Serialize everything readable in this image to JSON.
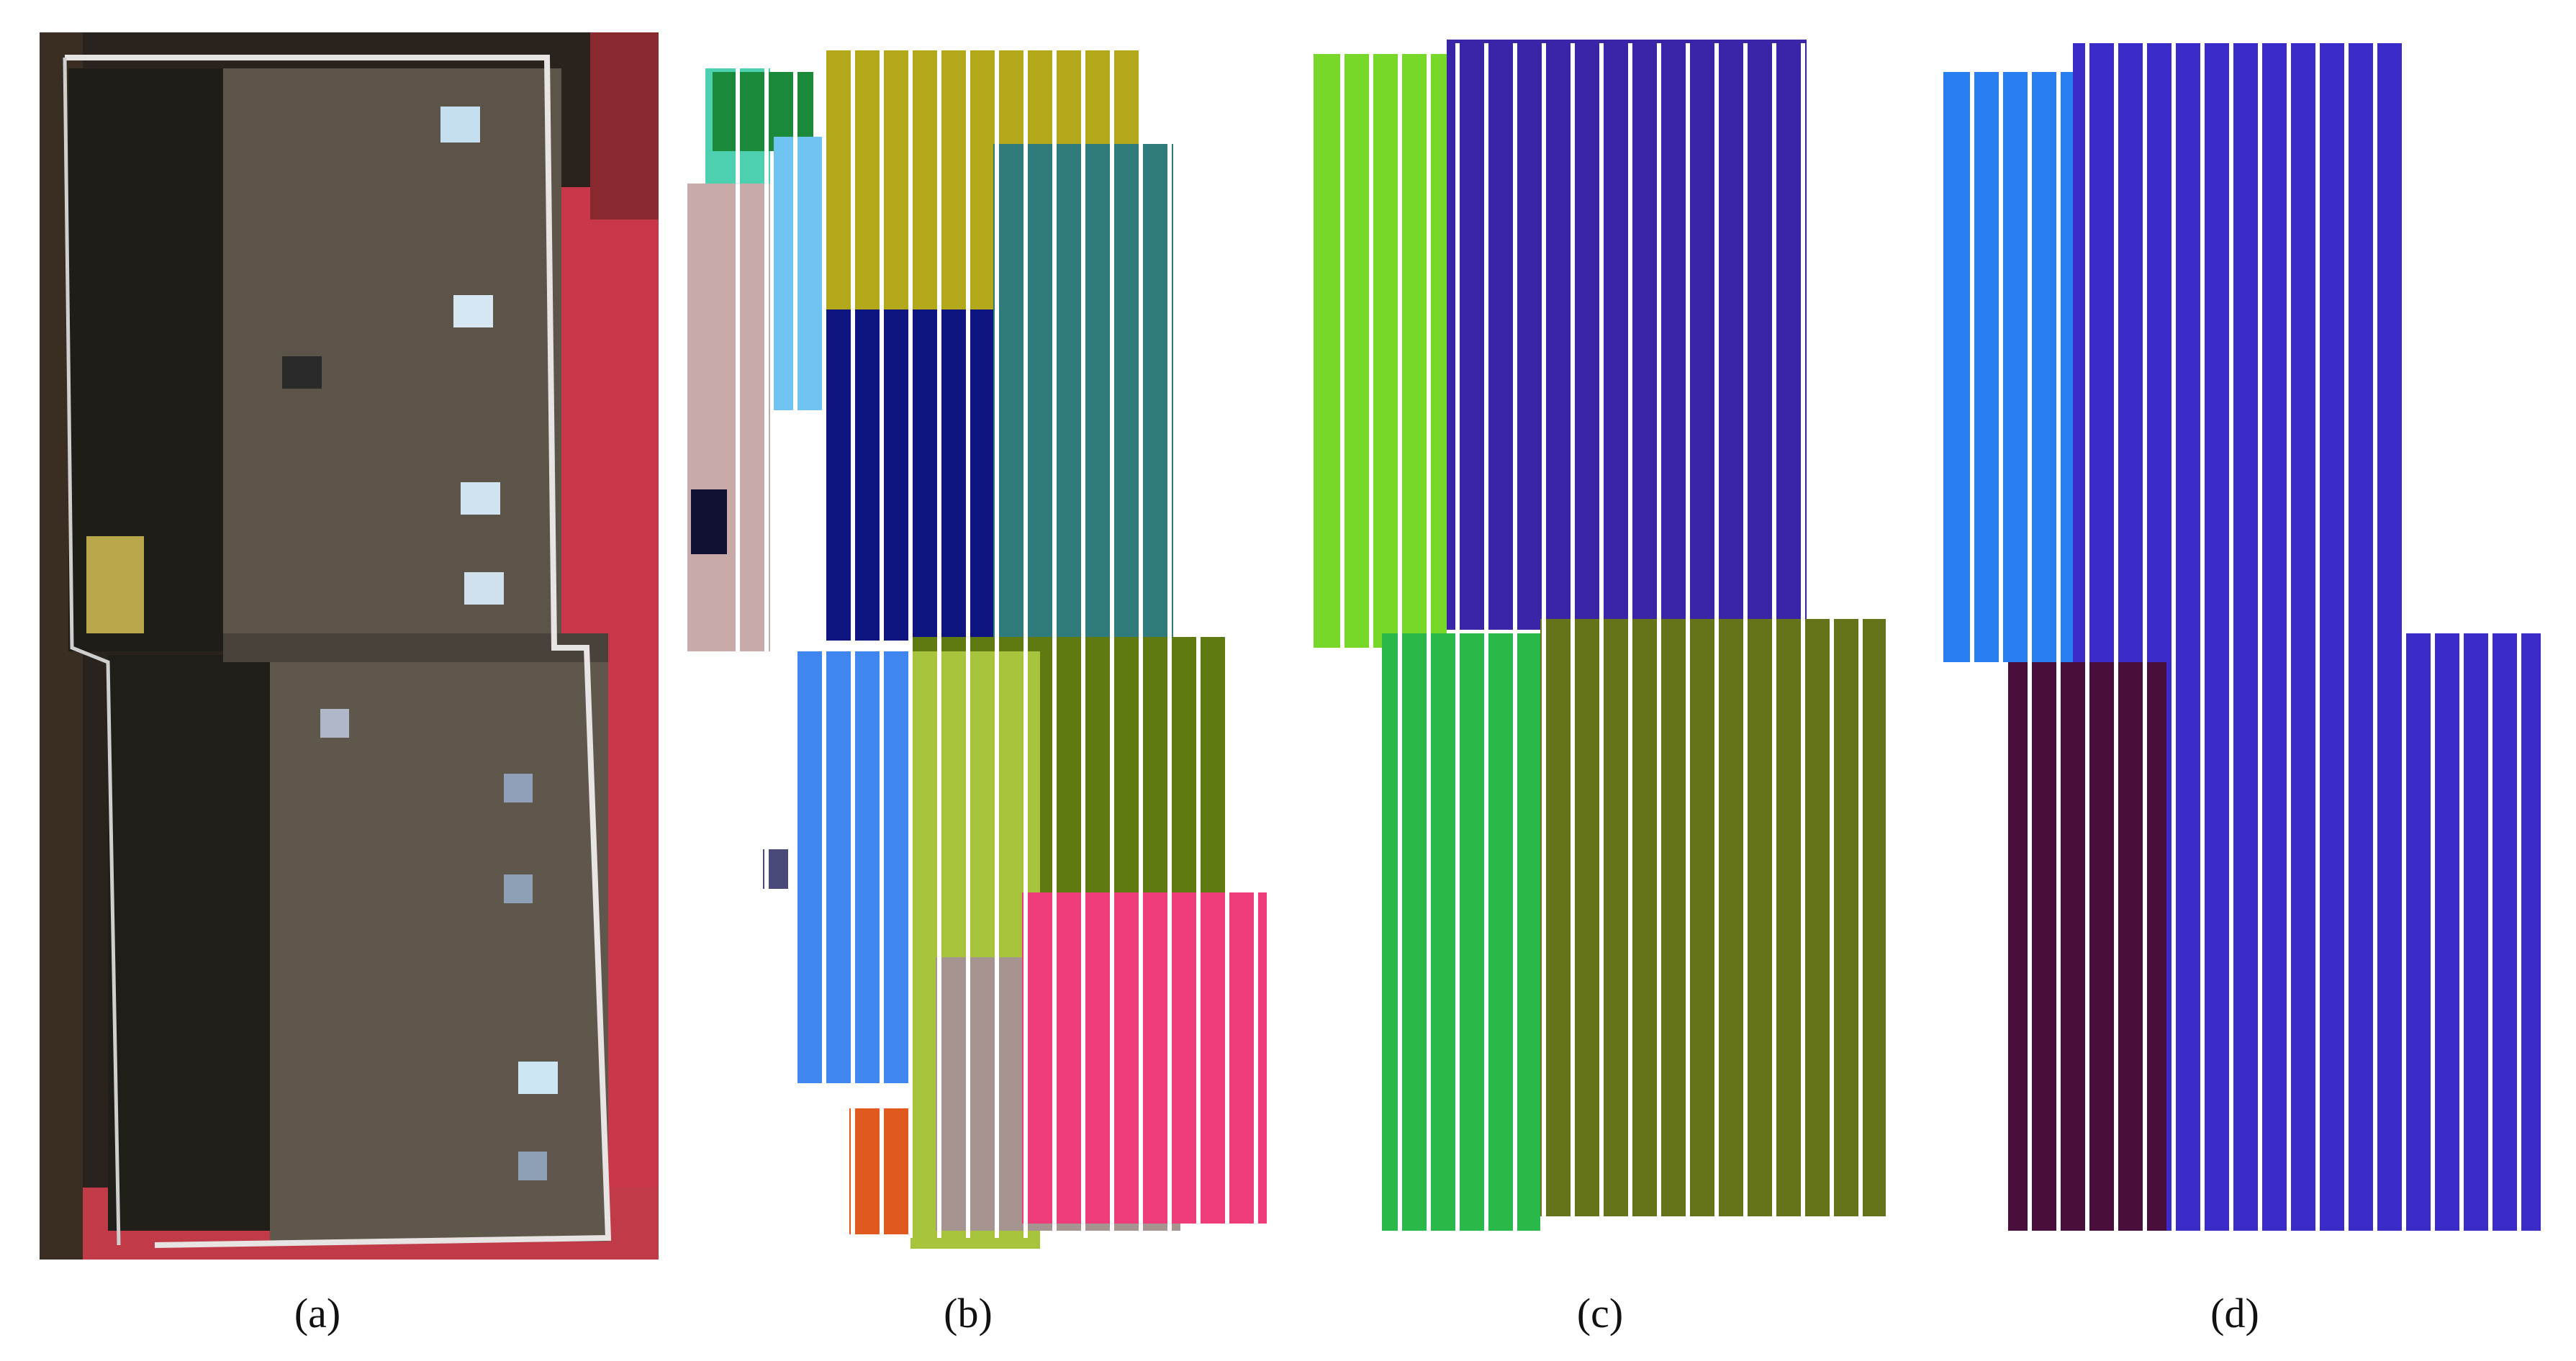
{
  "panels": [
    {
      "id": "a",
      "caption": "(a)",
      "content": "aerial-photo"
    },
    {
      "id": "b",
      "caption": "(b)",
      "content": "segmentation",
      "palette": [
        "#4dd0b0",
        "#1a8a3a",
        "#b3a81a",
        "#c8aaa8",
        "#6ec3f0",
        "#0d1480",
        "#2f7a7a",
        "#111133",
        "#3f86ee",
        "#5e7a10",
        "#a8c43c",
        "#a69490",
        "#ee3b7a",
        "#e05a20",
        "#4a4a7a"
      ]
    },
    {
      "id": "c",
      "caption": "(c)",
      "content": "segmentation",
      "palette": [
        "#1ed98a",
        "#78d82a",
        "#3a24a8",
        "#2ab84a",
        "#65731a"
      ]
    },
    {
      "id": "d",
      "caption": "(d)",
      "content": "segmentation",
      "palette": [
        "#d5ee7a",
        "#2a7ff0",
        "#3a2ac8",
        "#4a0e3c"
      ]
    }
  ]
}
